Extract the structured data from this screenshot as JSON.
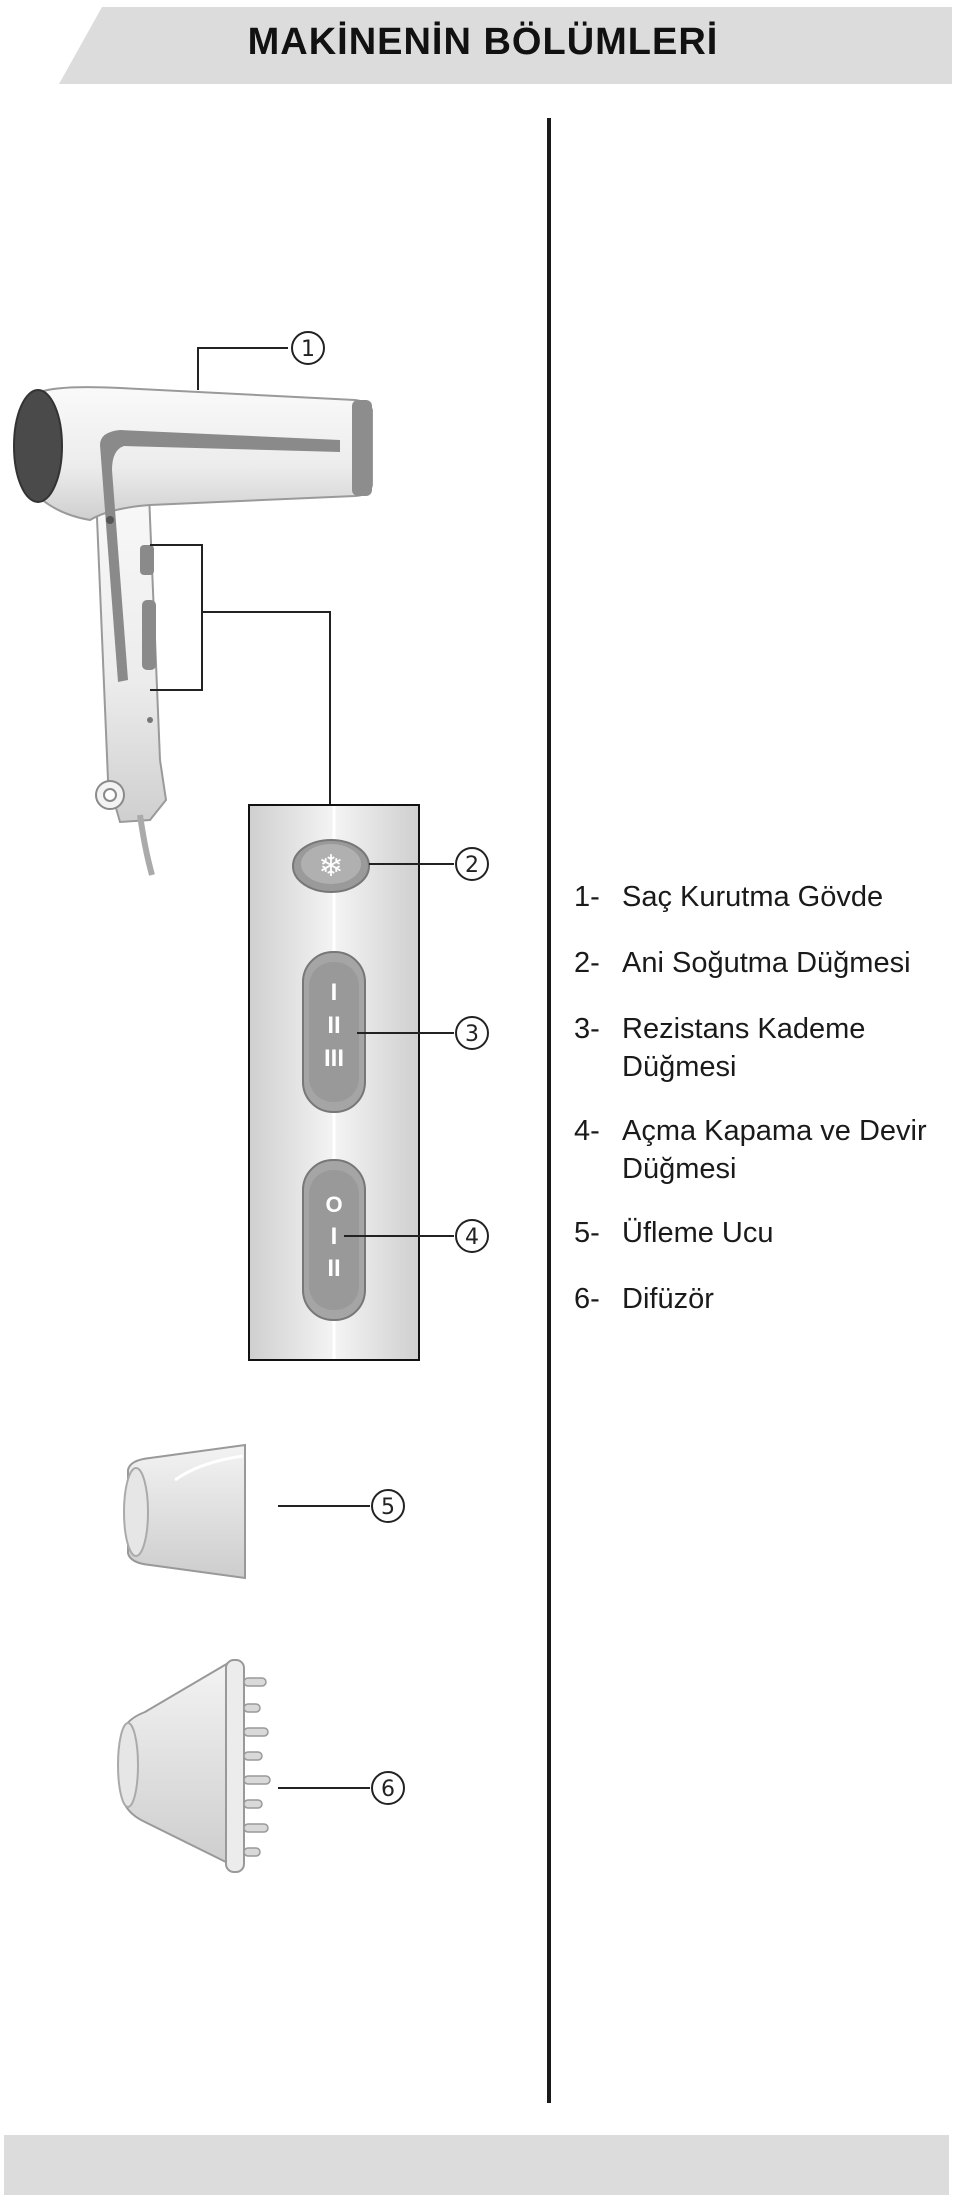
{
  "header": {
    "title": "MAKİNENİN BÖLÜMLERİ"
  },
  "callouts": [
    "1",
    "2",
    "3",
    "4",
    "5",
    "6"
  ],
  "switch_labels": {
    "cool_shot": "❄",
    "heat_positions": [
      "I",
      "II",
      "III"
    ],
    "power_positions": [
      "O",
      "I",
      "II"
    ]
  },
  "parts": [
    {
      "num": "1-",
      "label": "Saç Kurutma Gövde"
    },
    {
      "num": "2-",
      "label": "Ani Soğutma Düğmesi"
    },
    {
      "num": "3-",
      "label": "Rezistans Kademe Düğmesi"
    },
    {
      "num": "4-",
      "label": "Açma Kapama ve Devir Düğmesi"
    },
    {
      "num": "5-",
      "label": "Üfleme Ucu"
    },
    {
      "num": "6-",
      "label": "Difüzör"
    }
  ],
  "colors": {
    "band": "#dcdcdc",
    "rule": "#1a1a1a",
    "product_white": "#f1f1f1",
    "product_grey": "#8a8a8a"
  }
}
